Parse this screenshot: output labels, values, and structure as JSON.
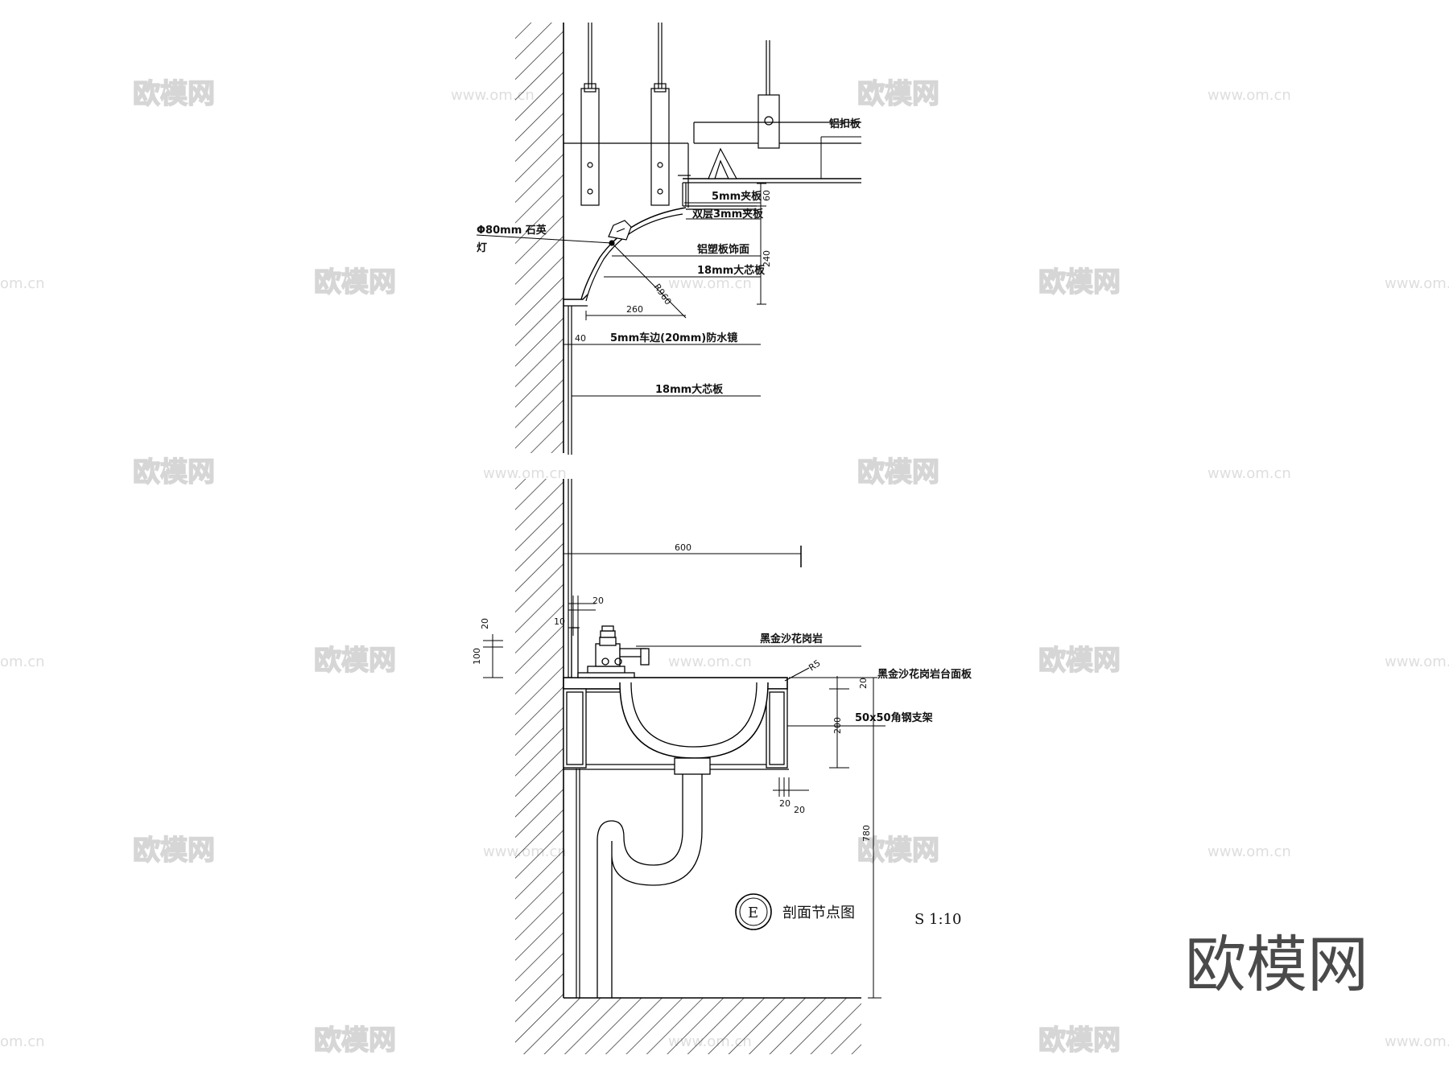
{
  "labels": {
    "aluminum_ceiling": "铝扣板",
    "plywood_5mm": "5mm夹板",
    "plywood_double_3mm": "双层3mm夹板",
    "quartz_lamp_line1": "Φ80mm 石英",
    "quartz_lamp_line2": "灯",
    "acp_finish": "铝塑板饰面",
    "blockboard_18mm_top": "18mm大芯板",
    "mirror": "5mm车边(20mm)防水镜",
    "blockboard_18mm_wall": "18mm大芯板",
    "granite": "黑金沙花岗岩",
    "granite_counter": "黑金沙花岗岩台面板",
    "steel_bracket": "50x50角钢支架"
  },
  "dimensions": {
    "d60": "60",
    "d240": "240",
    "r960": "R960",
    "d260": "260",
    "d40": "40",
    "d600": "600",
    "d20_top": "20",
    "d10": "10",
    "d20_left": "20",
    "d100": "100",
    "r5": "R5",
    "d20_counter": "20",
    "d200": "200",
    "d780": "780",
    "d20_b1": "20",
    "d20_b2": "20"
  },
  "title_block": {
    "symbol": "E",
    "name": "剖面节点图",
    "scale": "S 1:10"
  },
  "watermark": {
    "brand": "欧模网",
    "url": "www.om.cn",
    "url_short": "om.cn"
  }
}
